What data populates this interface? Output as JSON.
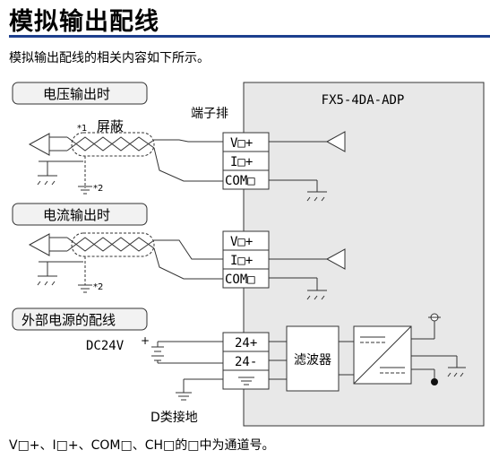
{
  "page": {
    "title": "模拟输出配线",
    "intro": "模拟输出配线的相关内容如下所示。",
    "footer": "V□+、I□+、COM□、CH□的□中为通道号。"
  },
  "diagram": {
    "module_name": "FX5-4DA-ADP",
    "terminal_block_label": "端子排",
    "sections": {
      "voltage": "电压输出时",
      "current": "电流输出时",
      "power": "外部电源的配线"
    },
    "shield_label": "屏蔽",
    "note1": "*1",
    "note2": "*2",
    "terminals": {
      "v_plus": "V□+",
      "i_plus": "I□+",
      "com": "COM□",
      "p24_plus": "24+",
      "p24_minus": "24-"
    },
    "dc_label": "DC24V",
    "plus_sign": "+",
    "filter_label": "滤波器",
    "ground_label": "D类接地"
  },
  "colors": {
    "accent": "#1d3f8e",
    "module_fill": "#e8e8e8",
    "section_fill": "#f2f2f2"
  }
}
